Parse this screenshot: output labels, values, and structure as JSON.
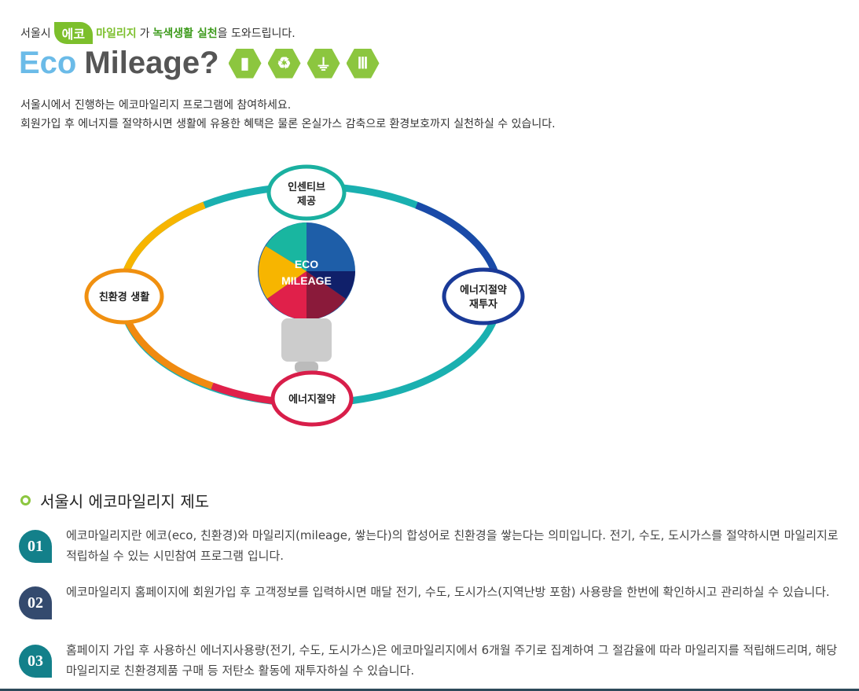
{
  "header": {
    "prefix": "서울시",
    "logo_eco": "에코",
    "logo_mileage": "마일리지",
    "ga": "가",
    "green_text": "녹색생활 실천",
    "suffix": "을 도와드립니다.",
    "title_eco": "Eco",
    "title_mileage": "Mileage?",
    "icons": [
      "trash-bin-icon",
      "recycle-icon",
      "plug-icon",
      "light-bulb-icon"
    ]
  },
  "intro": [
    "서울시에서 진행하는 에코마일리지 프로그램에 참여하세요.",
    "회원가입 후 에너지를 절약하시면 생활에 유용한 혜택은 물론 온실가스 감축으로 환경보호까지 실천하실 수 있습니다."
  ],
  "diagram": {
    "bulb_line1": "ECO",
    "bulb_line2": "MILEAGE",
    "top": [
      "인센티브",
      "제공"
    ],
    "right": [
      "에너지절약",
      "재투자"
    ],
    "bottom": "에너지절약",
    "left": "친환경 생활"
  },
  "section": {
    "title": "서울시 에코마일리지 제도",
    "items": [
      {
        "num": "01",
        "color": "#13808a",
        "text": "에코마일리지란 에코(eco, 친환경)와 마일리지(mileage, 쌓는다)의 합성어로 친환경을 쌓는다는 의미입니다. 전기, 수도, 도시가스를 절약하시면 마일리지로 적립하실 수 있는 시민참여 프로그램 입니다."
      },
      {
        "num": "02",
        "color": "#344a6e",
        "text": "에코마일리지 홈페이지에 회원가입 후 고객정보를 입력하시면 매달 전기, 수도, 도시가스(지역난방 포함) 사용량을 한번에 확인하시고 관리하실 수 있습니다."
      },
      {
        "num": "03",
        "color": "#13808a",
        "text": "홈페이지 가입 후 사용하신 에너지사용량(전기, 수도, 도시가스)은 에코마일리지에서 6개월 주기로 집계하여 그 절감율에 따라 마일리지를 적립해드리며, 해당 마일리지로 친환경제품 구매 등 저탄소 활동에 재투자하실 수 있습니다."
      }
    ]
  }
}
